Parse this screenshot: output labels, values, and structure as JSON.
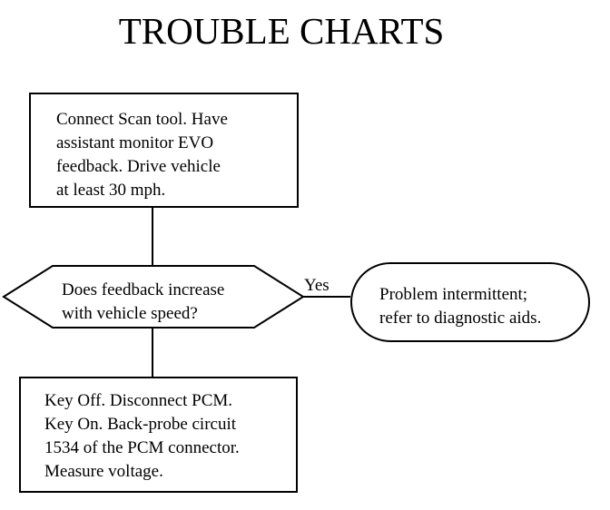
{
  "title": "TROUBLE CHARTS",
  "start_box": {
    "lines": [
      "Connect Scan tool. Have",
      "assistant monitor EVO",
      "feedback. Drive vehicle",
      "at least 30 mph."
    ]
  },
  "decision": {
    "lines": [
      "Does feedback increase",
      "with vehicle speed?"
    ],
    "yes_label": "Yes"
  },
  "terminal": {
    "lines": [
      "Problem intermittent;",
      "refer to diagnostic aids."
    ]
  },
  "end_box": {
    "lines": [
      "Key Off. Disconnect PCM.",
      "Key On. Back-probe circuit",
      "1534 of the PCM connector.",
      "Measure voltage."
    ]
  }
}
